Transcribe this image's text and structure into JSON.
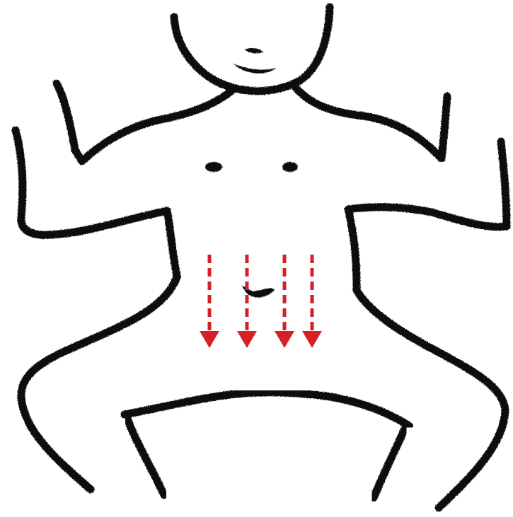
{
  "figure": {
    "subject": "infant-body-outline",
    "line_color": "#0a0a0a",
    "arrow_color": "#d42029",
    "arrow_count": 4,
    "arrow_direction": "down",
    "arrow_style": "dashed",
    "icons": [
      "baby-figure-icon",
      "down-arrow-icon"
    ]
  }
}
